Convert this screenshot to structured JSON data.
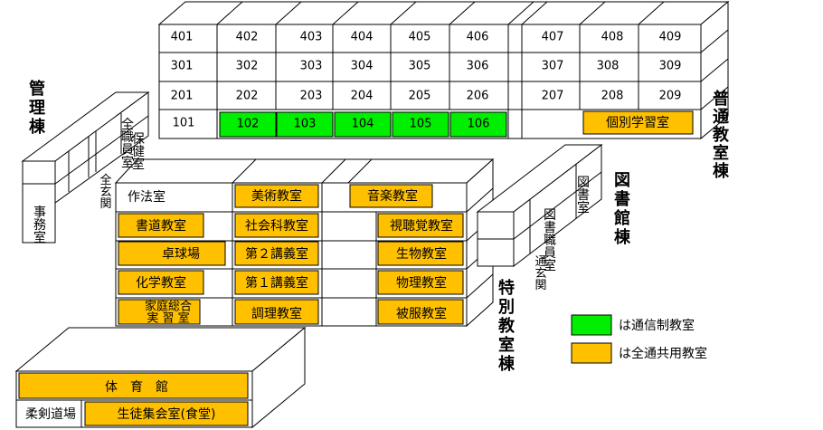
{
  "colors": {
    "tsushin": "#00ee00",
    "kyoyo": "#ffc000",
    "line": "#000000",
    "background": "#ffffff"
  },
  "futsu_building": {
    "label": "普通教室棟",
    "rooms": {
      "r409": "409",
      "r408": "408",
      "r407": "407",
      "r406": "406",
      "r405": "405",
      "r404": "404",
      "r403": "403",
      "r402": "402",
      "r401": "401",
      "r309": "309",
      "r308": "308",
      "r307": "307",
      "r306": "306",
      "r305": "305",
      "r304": "304",
      "r303": "303",
      "r302": "302",
      "r301": "301",
      "r209": "209",
      "r208": "208",
      "r207": "207",
      "r206": "206",
      "r205": "205",
      "r204": "204",
      "r203": "203",
      "r202": "202",
      "r201": "201",
      "r106": "106",
      "r105": "105",
      "r104": "104",
      "r103": "103",
      "r102": "102",
      "r101": "101",
      "kobetsu": "個別学習室"
    }
  },
  "kanri_building": {
    "label": "管理棟",
    "rooms": {
      "jimushitsu": "事務室",
      "zenshokuinshitsu": "全職員室",
      "hokenshitsu": "保健室",
      "zengenkan": "全玄関"
    }
  },
  "tokubetsu_building": {
    "label": "特別教室棟",
    "rooms": {
      "sahoshitsu": "作法室",
      "bijutsu": "美術教室",
      "ongaku": "音楽教室",
      "shodo": "書道教室",
      "shakai": "社会科教室",
      "shichokaku": "視聴覚教室",
      "takkyu": "卓球場",
      "kogi2": "第２講義室",
      "seibutsu": "生物教室",
      "kagaku": "化学教室",
      "kogi1": "第１講義室",
      "butsuri": "物理教室",
      "kateisogo_1": "家庭総合",
      "kateisogo_2": "実 習 室",
      "chori": "調理教室",
      "hifuku": "被服教室"
    }
  },
  "toshokan_building": {
    "label": "図書館棟",
    "rooms": {
      "toshoshitsu": "図書室",
      "toshoshokuinshitsu": "図書職員室",
      "tsugenkan": "通玄関"
    }
  },
  "gym": {
    "taiikukan": "体　育　館",
    "jukendojo": "柔剣道場",
    "seitoshukai": "生徒集会室(食堂)"
  },
  "legend": [
    {
      "color_key": "tsushin",
      "label": "は通信制教室"
    },
    {
      "color_key": "kyoyo",
      "label": "は全通共用教室"
    }
  ]
}
